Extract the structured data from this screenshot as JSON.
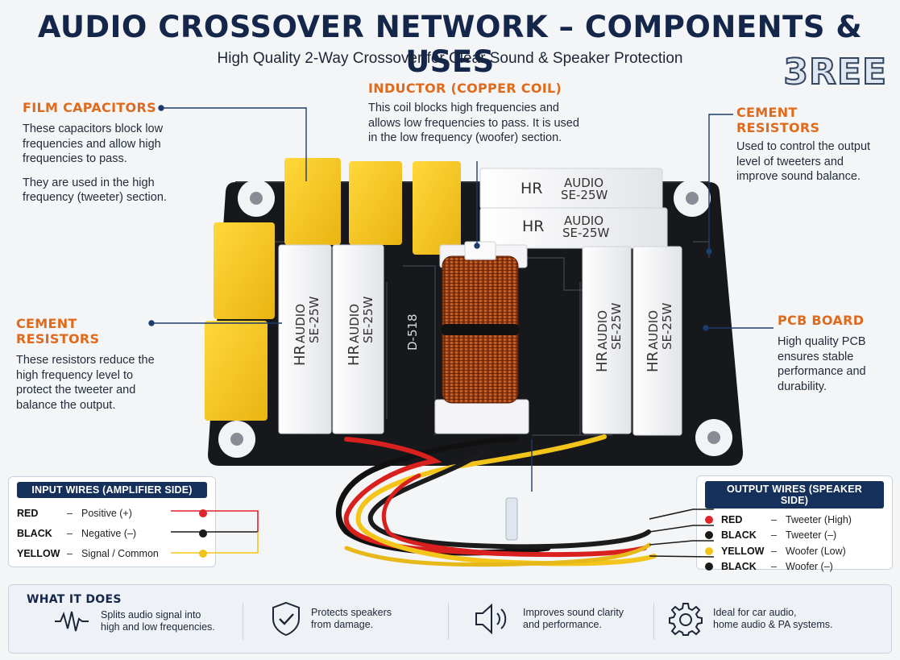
{
  "header": {
    "title": "AUDIO CROSSOVER NETWORK – COMPONENTS & USES",
    "subtitle": "High Quality 2-Way Crossover for Clear Sound & Speaker Protection",
    "brand": "3REE"
  },
  "callouts": {
    "film_caps": {
      "title": "FILM CAPACITORS",
      "p1": "These capacitors block low frequencies and allow high frequencies to pass.",
      "p2": "They are used in the high frequency (tweeter) section."
    },
    "inductor": {
      "title": "INDUCTOR (COPPER COIL)",
      "p1": "This coil blocks high frequencies and allows low frequencies to pass. It is used in the low frequency (woofer) section."
    },
    "cement_right": {
      "title": "CEMENT RESISTORS",
      "p1": "Used to control the output level of tweeters and improve sound balance."
    },
    "cement_left": {
      "title": "CEMENT RESISTORS",
      "p1": "These resistors reduce the high frequency level to protect the tweeter and balance the output."
    },
    "pcb": {
      "title": "PCB  BOARD",
      "p1": "High quality PCB ensures stable performance and durability."
    }
  },
  "board": {
    "resistor_brand": "HR",
    "resistor_model_1": "AUDIO",
    "resistor_model_2": "SE-25W",
    "silkscreen": "D-518"
  },
  "input_wires": {
    "title": "INPUT WIRES (AMPLIFIER SIDE)",
    "rows": [
      {
        "label": "RED",
        "desc": "Positive (+)",
        "color": "#e0242b"
      },
      {
        "label": "BLACK",
        "desc": "Negative (–)",
        "color": "#1a1a1a"
      },
      {
        "label": "YELLOW",
        "desc": "Signal / Common",
        "color": "#f3c51b"
      }
    ],
    "dash": "–"
  },
  "output_wires": {
    "title": "OUTPUT WIRES (SPEAKER SIDE)",
    "rows": [
      {
        "label": "RED",
        "desc": "Tweeter (High)",
        "color": "#e0242b"
      },
      {
        "label": "BLACK",
        "desc": "Tweeter (–)",
        "color": "#1a1a1a"
      },
      {
        "label": "YELLOW",
        "desc": "Woofer (Low)",
        "color": "#f3c51b"
      },
      {
        "label": "BLACK",
        "desc": "Woofer (–)",
        "color": "#1a1a1a"
      }
    ],
    "dash": "–"
  },
  "what_it_does": {
    "title": "WHAT  IT  DOES",
    "features": [
      {
        "icon": "waveform-icon",
        "text1": "Splits audio signal into",
        "text2": "high and low frequencies."
      },
      {
        "icon": "shield-check-icon",
        "text1": "Protects speakers",
        "text2": "from damage."
      },
      {
        "icon": "speaker-icon",
        "text1": "Improves sound clarity",
        "text2": "and performance."
      },
      {
        "icon": "gear-icon",
        "text1": "Ideal for car audio,",
        "text2": "home audio & PA systems."
      }
    ]
  },
  "colors": {
    "title_navy": "#14274a",
    "accent_orange": "#e06a1b",
    "pcb_black": "#16181c",
    "capacitor_yellow": "#f6c51e",
    "copper": "#b5521c"
  }
}
